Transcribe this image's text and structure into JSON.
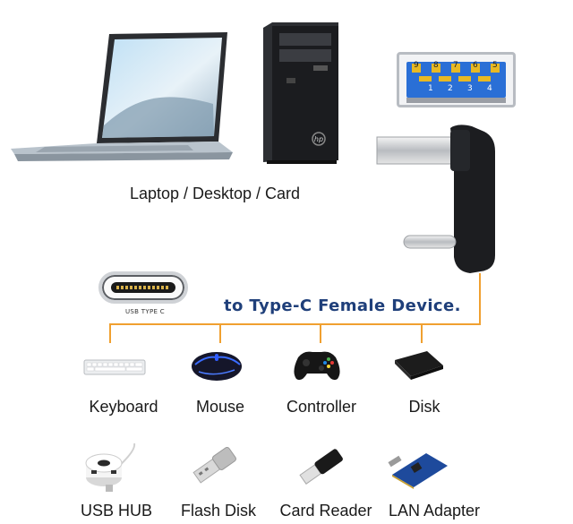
{
  "top_caption": "Laptop / Desktop / Card",
  "usb_pin_numbers_top": [
    "9",
    "8",
    "7",
    "6",
    "5"
  ],
  "usb_pin_numbers_bottom": [
    "1",
    "2",
    "3",
    "4"
  ],
  "usb_c_logo_text": "USB TYPE C",
  "headline": "to Type-C Female Device.",
  "tower_brand_text": "hp",
  "devices_row1": [
    {
      "label": "Keyboard",
      "icon": "keyboard-icon"
    },
    {
      "label": "Mouse",
      "icon": "mouse-icon"
    },
    {
      "label": "Controller",
      "icon": "controller-icon"
    },
    {
      "label": "Disk",
      "icon": "disk-icon"
    }
  ],
  "devices_row2": [
    {
      "label": "USB HUB",
      "icon": "usb-hub-icon"
    },
    {
      "label": "Flash Disk",
      "icon": "flash-disk-icon"
    },
    {
      "label": "Card Reader",
      "icon": "card-reader-icon"
    },
    {
      "label": "LAN Adapter",
      "icon": "lan-adapter-icon"
    }
  ],
  "colors": {
    "bus_line": "#f0a030",
    "headline": "#1f3f7a",
    "usb_port_blue": "#2a6fd6",
    "usb_pin_gold": "#e8b923"
  }
}
